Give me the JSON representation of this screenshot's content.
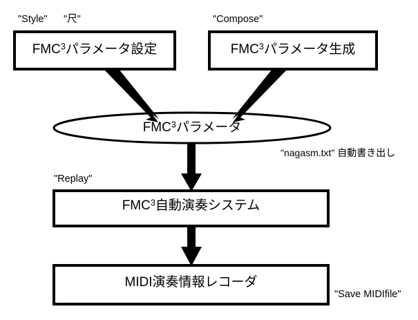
{
  "diagram": {
    "title": "FMC3 system flow diagram",
    "background_color": "#ffffff",
    "stroke_color": "#000000",
    "nodes": [
      {
        "id": "param-setting",
        "shape": "rectangle",
        "text_prefix": "FMC",
        "text_superscript": "3",
        "text_suffix": "パラメータ設定"
      },
      {
        "id": "param-generation",
        "shape": "rectangle",
        "text_prefix": "FMC",
        "text_superscript": "3",
        "text_suffix": "パラメータ生成"
      },
      {
        "id": "parameters",
        "shape": "ellipse",
        "text_prefix": "FMC",
        "text_superscript": "3",
        "text_suffix": "パラメータ"
      },
      {
        "id": "auto-performance-system",
        "shape": "rectangle",
        "text_prefix": "FMC",
        "text_superscript": "3",
        "text_suffix": "自動演奏システム"
      },
      {
        "id": "midi-recorder",
        "shape": "rectangle",
        "text_prefix": "MIDI",
        "text_superscript": "",
        "text_suffix": "演奏情報レコーダ"
      }
    ],
    "annotations": [
      {
        "id": "style",
        "text": "\"Style\""
      },
      {
        "id": "shaku",
        "text": "\"尺\""
      },
      {
        "id": "compose",
        "text": "\"Compose\""
      },
      {
        "id": "nagasm-file",
        "text": "\"nagasm.txt\" 自動書き出し"
      },
      {
        "id": "replay",
        "text": "\"Replay\""
      },
      {
        "id": "save-midifile",
        "text": "\"Save MIDIfile\""
      }
    ]
  }
}
